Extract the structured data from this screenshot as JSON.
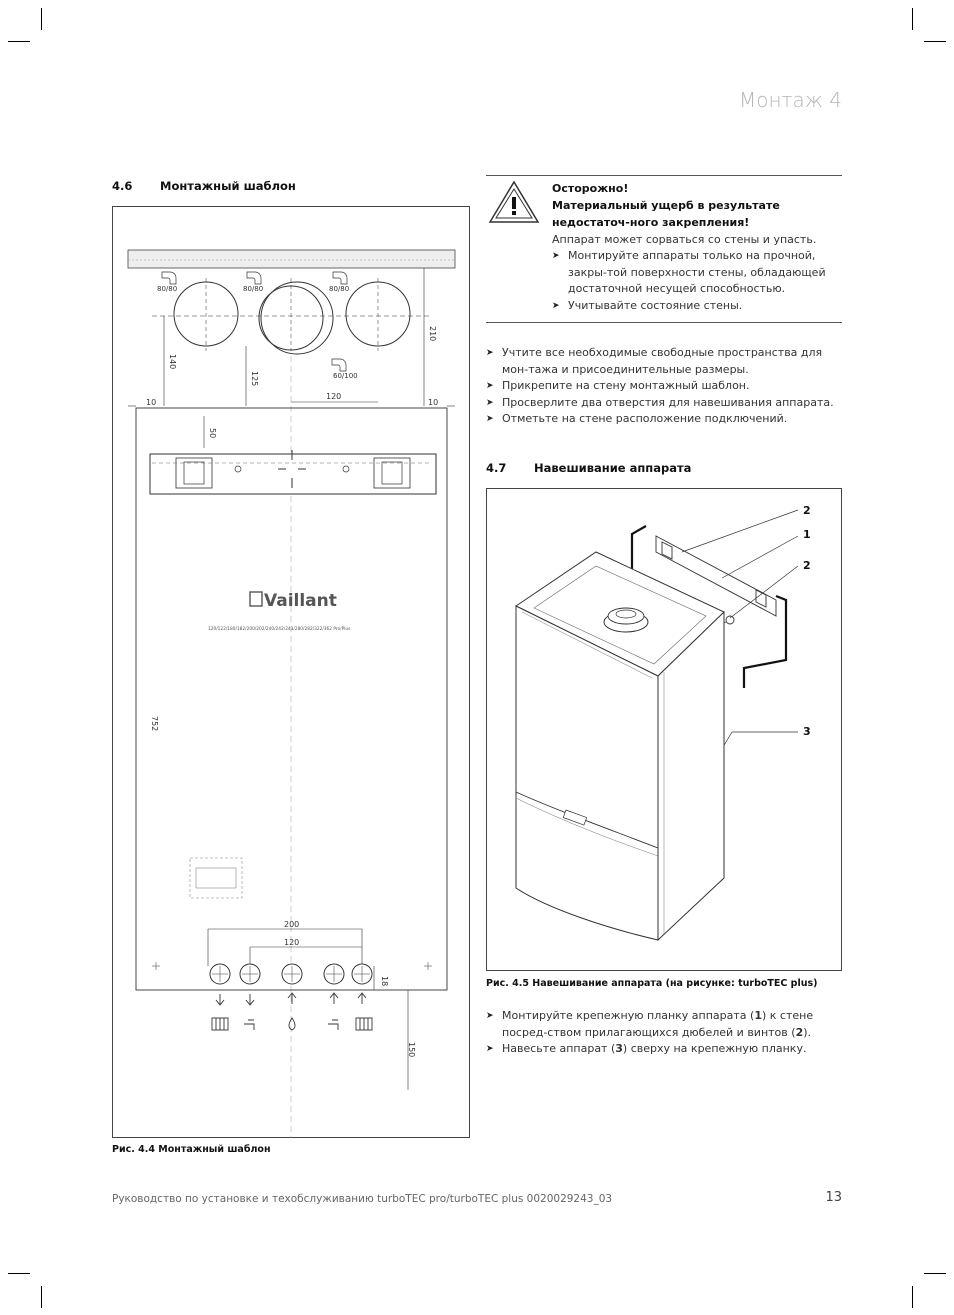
{
  "header": {
    "chapter": "Монтаж 4"
  },
  "section46": {
    "number": "4.6",
    "title": "Монтажный шаблон",
    "figure": {
      "dims": [
        "80/80",
        "80/80",
        "80/80",
        "60/100",
        "210",
        "140",
        "125",
        "120",
        "10",
        "10",
        "50",
        "752",
        "200",
        "120",
        "18",
        "150"
      ],
      "brand": "Vaillant",
      "models": "120/122/180/182/200/202/240/242/243/280/282/322/362 Pro/Plus"
    },
    "caption": "Рис. 4.4 Монтажный шаблон"
  },
  "caution": {
    "title": "Осторожно!",
    "subtitle": "Материальный ущерб в результате недостаточ-ного закрепления!",
    "body": "Аппарат может сорваться со стены и упасть.",
    "items": [
      "Монтируйте аппараты только на прочной, закры-той поверхности стены, обладающей достаточной несущей способностью.",
      "Учитывайте состояние стены."
    ]
  },
  "steps46": [
    "Учтите все необходимые свободные пространства для мон-тажа и присоединительные размеры.",
    "Прикрепите на стену монтажный шаблон.",
    "Просверлите два отверстия для навешивания аппарата.",
    "Отметьте на стене расположение подключений."
  ],
  "section47": {
    "number": "4.7",
    "title": "Навешивание аппарата",
    "labels": [
      "2",
      "1",
      "2",
      "3"
    ],
    "caption": "Рис. 4.5 Навешивание аппарата (на рисунке: turboTEC plus)"
  },
  "steps47": [
    {
      "pre": "Монтируйте крепежную планку аппарата (",
      "b1": "1",
      "mid": ") к стене посред-ством прилагающихся дюбелей и винтов (",
      "b2": "2",
      "post": ")."
    },
    {
      "pre": "Навесьте аппарат (",
      "b1": "3",
      "mid": ") сверху на крепежную планку.",
      "b2": "",
      "post": ""
    }
  ],
  "footer": {
    "text": "Руководство по установке и техобслуживанию turboTEC pro/turboTEC plus 0020029243_03",
    "page": "13"
  }
}
